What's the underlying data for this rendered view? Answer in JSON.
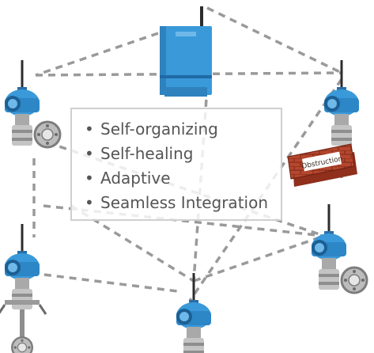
{
  "diagram": {
    "features": [
      "Self-organizing",
      "Self-healing",
      "Adaptive",
      "Seamless Integration"
    ],
    "obstruction_label": "Obstruction",
    "colors": {
      "device_blue": "#3a9ad9",
      "device_dark": "#1c5f93",
      "body_gray": "#b9b9b9",
      "link_gray": "#9a9a9a",
      "brick": "#b5462e",
      "box_border": "#cfcfcf"
    }
  }
}
